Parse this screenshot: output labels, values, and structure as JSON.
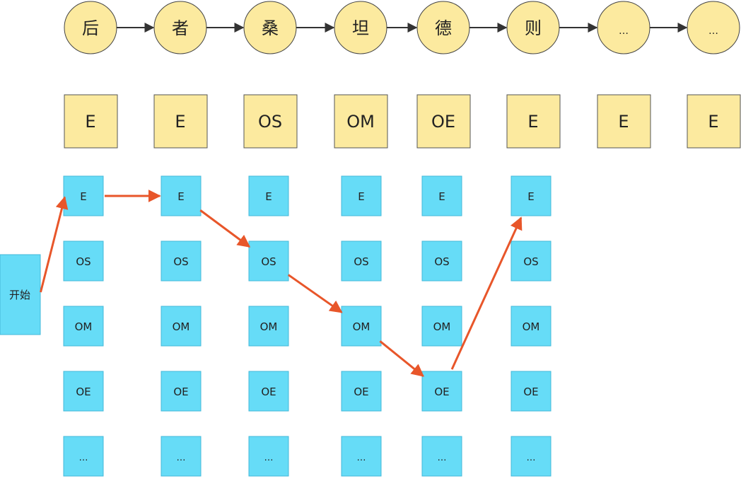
{
  "colors": {
    "char_fill": "#fcea9f",
    "char_stroke": "#444444",
    "label_fill": "#fcea9f",
    "label_stroke": "#555555",
    "state_fill": "#66dcf7",
    "state_stroke": "#44b8d8",
    "chain_arrow": "#333333",
    "path_arrow": "#e8562a",
    "text": "#222222"
  },
  "characters": [
    "后",
    "者",
    "桑",
    "坦",
    "德",
    "则",
    "…",
    "…"
  ],
  "labels": [
    "E",
    "E",
    "OS",
    "OM",
    "OE",
    "E",
    "E",
    "E"
  ],
  "states": [
    "E",
    "OS",
    "OM",
    "OE",
    "…"
  ],
  "start": "开始",
  "path": [
    0,
    0,
    1,
    2,
    3,
    0
  ]
}
